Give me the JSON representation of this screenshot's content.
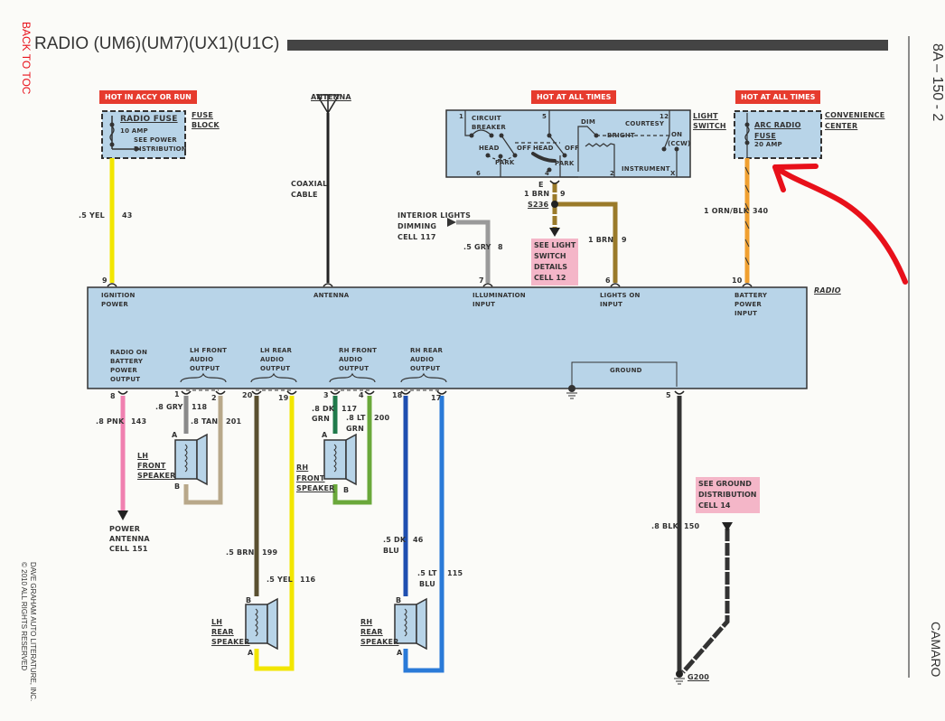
{
  "toc_link": "BACK TO TOC",
  "title": "RADIO (UM6)(UM7)(UX1)(U1C)",
  "page_ref": "8A – 150 - 2",
  "model": "CAMARO",
  "copyright": [
    "DAVE GRAHAM AUTO LITERATURE, INC.",
    "© 2010 ALL RIGHTS RESERVED"
  ],
  "power_tags": {
    "accy_run": "HOT IN ACCY OR RUN",
    "light_switch": "HOT AT ALL TIMES",
    "convenience": "HOT AT ALL TIMES"
  },
  "fuse_block": {
    "label": [
      "FUSE",
      "BLOCK"
    ],
    "fuse_name": "RADIO FUSE",
    "rating": "10 AMP",
    "note": [
      "SEE POWER",
      "DISTRIBUTION"
    ]
  },
  "convenience_center": {
    "label": [
      "CONVENIENCE",
      "CENTER"
    ],
    "fuse_name": [
      "ARC RADIO",
      "FUSE"
    ],
    "rating": "20 AMP"
  },
  "antenna": {
    "label": "ANTENNA",
    "cable": [
      "COAXIAL",
      "CABLE"
    ]
  },
  "light_switch": {
    "label": [
      "LIGHT",
      "SWITCH"
    ],
    "texts": {
      "circuit_breaker": [
        "CIRCUIT",
        "BREAKER"
      ],
      "head1": "HEAD",
      "off1": "OFF",
      "park1": "PARK",
      "head2": "HEAD",
      "off2": "OFF",
      "park2": "PARK",
      "dim": "DIM",
      "bright": "BRIGHT",
      "courtesy": "COURTESY",
      "on_ccw": [
        "ON",
        "(CCW)"
      ],
      "instrument": "INSTRUMENT"
    },
    "pins": {
      "p1": "1",
      "p5": "5",
      "p12": "12",
      "p6": "6",
      "p4": "4",
      "p2": "2",
      "px": "X"
    },
    "connector": "E",
    "splice": "S236"
  },
  "notes": {
    "interior_dimming": [
      "INTERIOR LIGHTS",
      "DIMMING",
      "CELL 117"
    ],
    "light_switch_details": "SEE LIGHT\nSWITCH\nDETAILS\nCELL 12",
    "ground_distribution": "SEE GROUND\nDISTRIBUTION\nCELL 14",
    "power_antenna": [
      "POWER",
      "ANTENNA",
      "CELL 151"
    ]
  },
  "radio": {
    "label": "RADIO",
    "inputs": [
      {
        "pin": "9",
        "name": [
          "IGNITION",
          "POWER"
        ]
      },
      {
        "pin": "",
        "name": [
          "ANTENNA"
        ]
      },
      {
        "pin": "7",
        "name": [
          "ILLUMINATION",
          "INPUT"
        ]
      },
      {
        "pin": "6",
        "name": [
          "LIGHTS ON",
          "INPUT"
        ]
      },
      {
        "pin": "10",
        "name": [
          "BATTERY",
          "POWER",
          "INPUT"
        ]
      }
    ],
    "outputs": [
      {
        "name": [
          "RADIO ON",
          "BATTERY",
          "POWER",
          "OUTPUT"
        ]
      },
      {
        "name": [
          "LH FRONT",
          "AUDIO",
          "OUTPUT"
        ]
      },
      {
        "name": [
          "LH REAR",
          "AUDIO",
          "OUTPUT"
        ]
      },
      {
        "name": [
          "RH FRONT",
          "AUDIO",
          "OUTPUT"
        ]
      },
      {
        "name": [
          "RH REAR",
          "AUDIO",
          "OUTPUT"
        ]
      }
    ],
    "ground": "GROUND",
    "output_pins": {
      "p8": "8",
      "p1": "1",
      "p2": "2",
      "p20": "20",
      "p19": "19",
      "p3": "3",
      "p4": "4",
      "p18": "18",
      "p17": "17",
      "p5": "5"
    }
  },
  "wires": [
    {
      "id": "ign",
      "gauge_color": ".5 YEL",
      "circuit": "43",
      "hex": "#f2e600"
    },
    {
      "id": "gry8",
      "gauge_color": ".5 GRY",
      "circuit": "8",
      "hex": "#9a9a9a"
    },
    {
      "id": "brnE",
      "gauge_color": "1 BRN",
      "circuit": "9",
      "hex": "#9a7a2a"
    },
    {
      "id": "brn6",
      "gauge_color": "1 BRN",
      "circuit": "9",
      "hex": "#9a7a2a"
    },
    {
      "id": "batt",
      "gauge_color": "1 ORN/BLK",
      "circuit": "340",
      "hex": "#f0a030"
    },
    {
      "id": "pnk",
      "gauge_color": ".8 PNK",
      "circuit": "143",
      "hex": "#f080b0"
    },
    {
      "id": "gry118",
      "gauge_color": ".8 GRY",
      "circuit": "118",
      "hex": "#8a8a8a"
    },
    {
      "id": "tan",
      "gauge_color": ".8 TAN",
      "circuit": "201",
      "hex": "#b8a88a"
    },
    {
      "id": "brn199",
      "gauge_color": ".5 BRN",
      "circuit": "199",
      "hex": "#5a5030"
    },
    {
      "id": "yel116",
      "gauge_color": ".5 YEL",
      "circuit": "116",
      "hex": "#f2e600"
    },
    {
      "id": "dkgrn",
      "gauge_color": [
        ".8 DK",
        "GRN"
      ],
      "circuit": "117",
      "hex": "#1f7a4a"
    },
    {
      "id": "ltgrn",
      "gauge_color": [
        ".8 LT",
        "GRN"
      ],
      "circuit": "200",
      "hex": "#6aa83a"
    },
    {
      "id": "dkblu",
      "gauge_color": [
        ".5 DK",
        "BLU"
      ],
      "circuit": "46",
      "hex": "#1f4fb0"
    },
    {
      "id": "ltblu",
      "gauge_color": [
        ".5 LT",
        "BLU"
      ],
      "circuit": "115",
      "hex": "#2a7ad8"
    },
    {
      "id": "blk",
      "gauge_color": ".8 BLK",
      "circuit": "150",
      "hex": "#333333"
    }
  ],
  "speakers": {
    "lh_front": [
      "LH",
      "FRONT",
      "SPEAKER"
    ],
    "rh_front": [
      "RH",
      "FRONT",
      "SPEAKER"
    ],
    "lh_rear": [
      "LH",
      "REAR",
      "SPEAKER"
    ],
    "rh_rear": [
      "RH",
      "REAR",
      "SPEAKER"
    ],
    "pin_a": "A",
    "pin_b": "B"
  },
  "ground_point": "G200",
  "colors": {
    "component_fill": "#b8d4e8",
    "tag_red": "#e63b2e",
    "note_pink": "#f4b6c8",
    "annotation_red": "#e8101a",
    "title_bar": "#444444"
  }
}
